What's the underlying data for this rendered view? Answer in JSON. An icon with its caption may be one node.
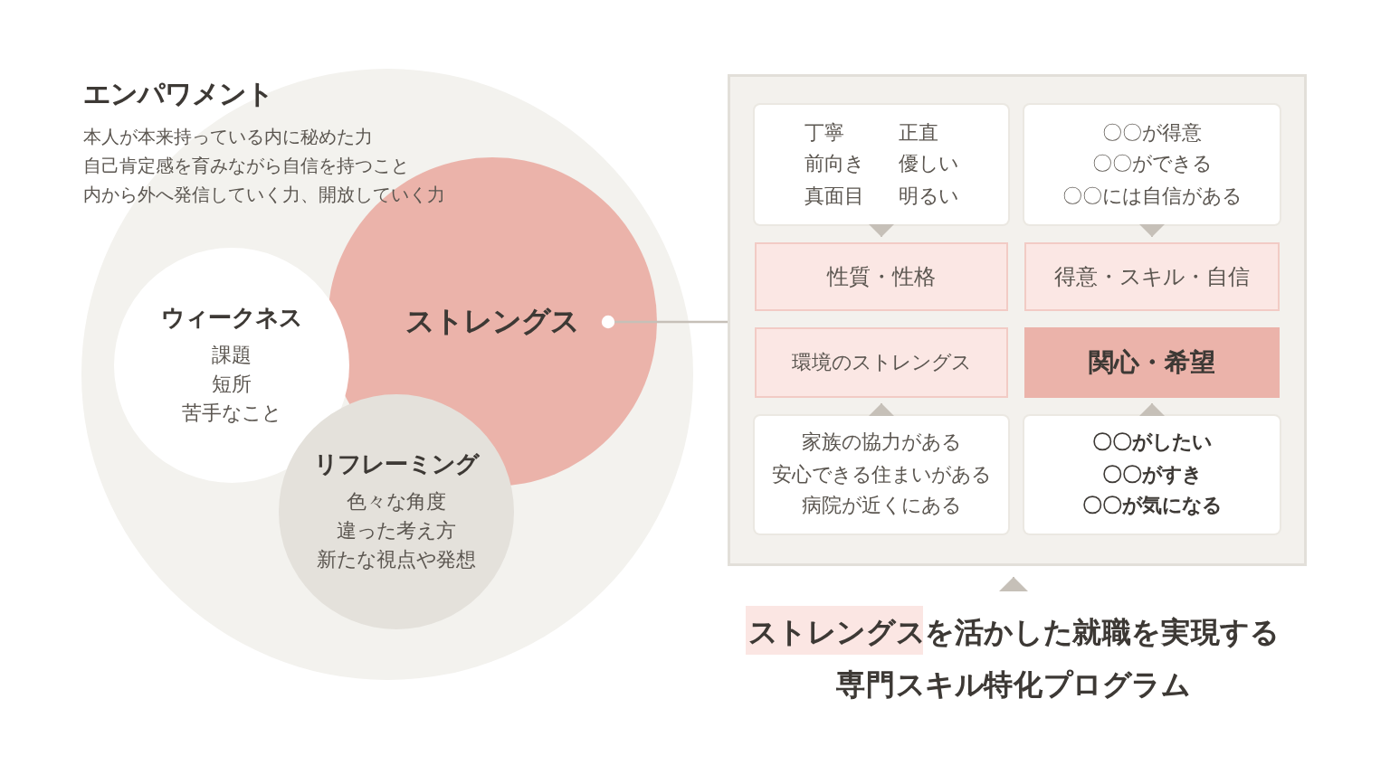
{
  "diagram": {
    "nodes": [
      {
        "text": [
          "エンパワメント",
          "本人が本来持っている内に秘めた力",
          "自己肯定感を育みながら自信を持つこと",
          "内から外へ発信していく力、開放していく力"
        ]
      },
      {
        "text": [
          "ウィークネス",
          "課題",
          "短所",
          "苦手なこと"
        ],
        "in": 0
      },
      {
        "text": [
          "ストレングス"
        ],
        "in": 0
      },
      {
        "text": [
          "リフレーミング",
          "色々な角度",
          "違った考え方",
          "新たな視点や発想"
        ],
        "in": 0
      },
      {
        "text": [],
        "shape": "box"
      },
      {
        "text": [
          "丁寧",
          "正直",
          "前向き",
          "優しい",
          "真面目",
          "明るい"
        ],
        "in": 4
      },
      {
        "text": [
          "〇〇が得意",
          "〇〇ができる",
          "〇〇には自信がある"
        ],
        "in": 4
      },
      {
        "text": [
          "性質・性格"
        ],
        "in": 4
      },
      {
        "text": [
          "得意・スキル・自信"
        ],
        "in": 4
      },
      {
        "text": [
          "環境のストレングス"
        ],
        "in": 4
      },
      {
        "text": [
          "関心・希望"
        ],
        "in": 4
      },
      {
        "text": [
          "家族の協力がある",
          "安心できる住まいがある",
          "病院が近くにある"
        ],
        "in": 4
      },
      {
        "text": [
          "〇〇がしたい",
          "〇〇がすき",
          "〇〇が気になる"
        ],
        "in": 4
      },
      {
        "text": [
          "ストレングスを活かした就職を実現する専門スキル特化プログラム"
        ]
      }
    ],
    "edges": [
      {
        "from": 2,
        "to": 4,
        "arrow": "other"
      },
      {
        "from": 5,
        "to": 7,
        "arrow": "to"
      },
      {
        "from": 6,
        "to": 8,
        "arrow": "to"
      },
      {
        "from": 11,
        "to": 9,
        "arrow": "to"
      },
      {
        "from": 12,
        "to": 10,
        "arrow": "to"
      },
      {
        "from": 13,
        "to": 4,
        "arrow": "to"
      }
    ]
  }
}
